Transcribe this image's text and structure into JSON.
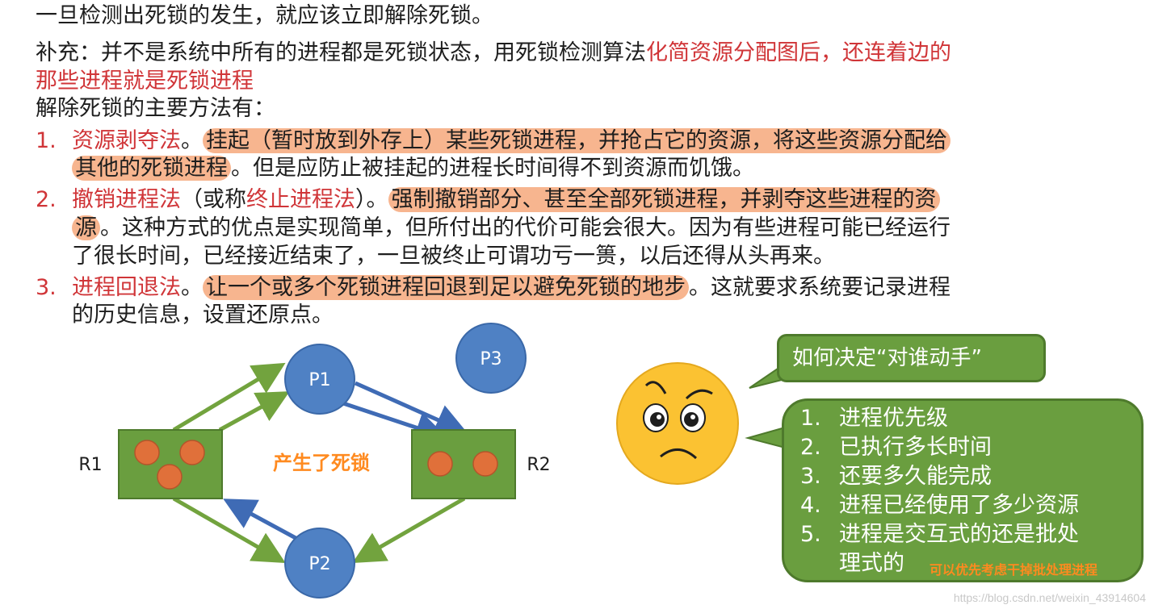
{
  "text": {
    "line1": "一旦检测出死锁的发生，就应该立即解除死锁。",
    "supp_prefix": "补充：并不是系统中所有的进程都是死锁状态，用死锁检测算法",
    "supp_red1": "化简资源分配图后，还连着边的",
    "supp_red2": "那些进程就是死锁进程",
    "methods_intro": "解除死锁的主要方法有：",
    "m1": {
      "num": "1.",
      "name": "资源剥夺法",
      "sep": "。",
      "hl1": "挂起（暂时放到外存上）某些死锁进程，并抢占它的资源，将这些资源分配给",
      "hl2": "其他的死锁进程",
      "rest": "。但是应防止被挂起的进程长时间得不到资源而饥饿。"
    },
    "m2": {
      "num": "2.",
      "name": "撤销进程法",
      "mid1": "（或称",
      "name2": "终止进程法",
      "mid2": "）。",
      "hl1": "强制撤销部分、甚至全部死锁进程，并剥夺这些进程的资",
      "hl2": "源",
      "rest1": "。这种方式的优点是实现简单，但所付出的代价可能会很大。因为有些进程可能已经运行",
      "rest2": "了很长时间，已经接近结束了，一旦被终止可谓功亏一篑，以后还得从头再来。"
    },
    "m3": {
      "num": "3.",
      "name": "进程回退法",
      "sep": "。",
      "hl": "让一个或多个死锁进程回退到足以避免死锁的地步",
      "rest1": "。这就要求系统要记录进程",
      "rest2": "的历史信息，设置还原点。"
    }
  },
  "diagram": {
    "p1": "P1",
    "p2": "P2",
    "p3": "P3",
    "r1": "R1",
    "r2": "R2",
    "deadlock_label": "产生了死锁",
    "colors": {
      "process": "#4f81c4",
      "resource": "#6a9e3f",
      "token": "#e0703a",
      "request": "#3f6bb5",
      "assign": "#72a33e",
      "label": "#ff8a1f"
    }
  },
  "bubble_question": "如何决定“对谁动手”",
  "criteria": [
    {
      "num": "1.",
      "text": "进程优先级"
    },
    {
      "num": "2.",
      "text": "已执行多长时间"
    },
    {
      "num": "3.",
      "text": "还要多久能完成"
    },
    {
      "num": "4.",
      "text": "进程已经使用了多少资源"
    },
    {
      "num": "5.",
      "text": "进程是交互式的还是批处"
    }
  ],
  "criteria_cont": "理式的",
  "tip": "可以优先考虑干掉批处理进程",
  "watermark": "https://blog.csdn.net/weixin_43914604",
  "face_icon": "worried-face-icon"
}
